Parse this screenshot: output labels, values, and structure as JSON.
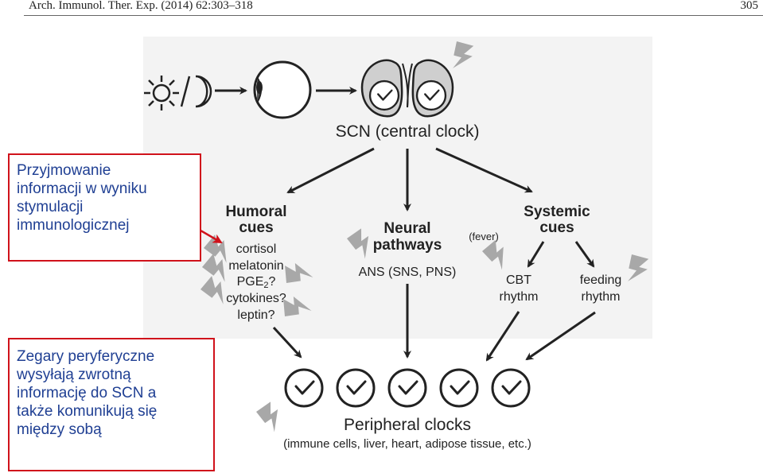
{
  "header": {
    "journal": "Arch. Immunol. Ther. Exp. (2014) 62:303–318",
    "page": "305"
  },
  "notes": {
    "note1_lines": [
      "Przyjmowanie",
      "informacji w wyniku",
      "stymulacji",
      "immunologicznej"
    ],
    "note2_lines": [
      "Zegary peryferyczne",
      "wysyłają zwrotną",
      "informację do SCN a",
      "także komunikują się",
      "między sobą"
    ]
  },
  "diagram": {
    "scn": "SCN (central clock)",
    "humoral_title": [
      "Humoral",
      "cues"
    ],
    "humoral_items": [
      "cortisol",
      "melatonin",
      "PGE",
      "2",
      "?",
      "cytokines?",
      "leptin?"
    ],
    "neural_title": [
      "Neural",
      "pathways"
    ],
    "neural_item": "ANS (SNS, PNS)",
    "systemic_title": [
      "Systemic",
      "cues"
    ],
    "fever": "(fever)",
    "cbt": [
      "CBT",
      "rhythm"
    ],
    "feeding": [
      "feeding",
      "rhythm"
    ],
    "peripheral": "Peripheral clocks",
    "peripheral_examples": "(immune cells, liver, heart, adipose tissue, etc.)"
  },
  "colors": {
    "note_border": "#d0121b",
    "note_text": "#1f3f93",
    "bolt": "#a8a8a8",
    "ink": "#222222"
  },
  "icons": [
    "sun-icon",
    "moon-icon",
    "eye-icon",
    "clock-icon",
    "lightning-bolt-icon"
  ]
}
